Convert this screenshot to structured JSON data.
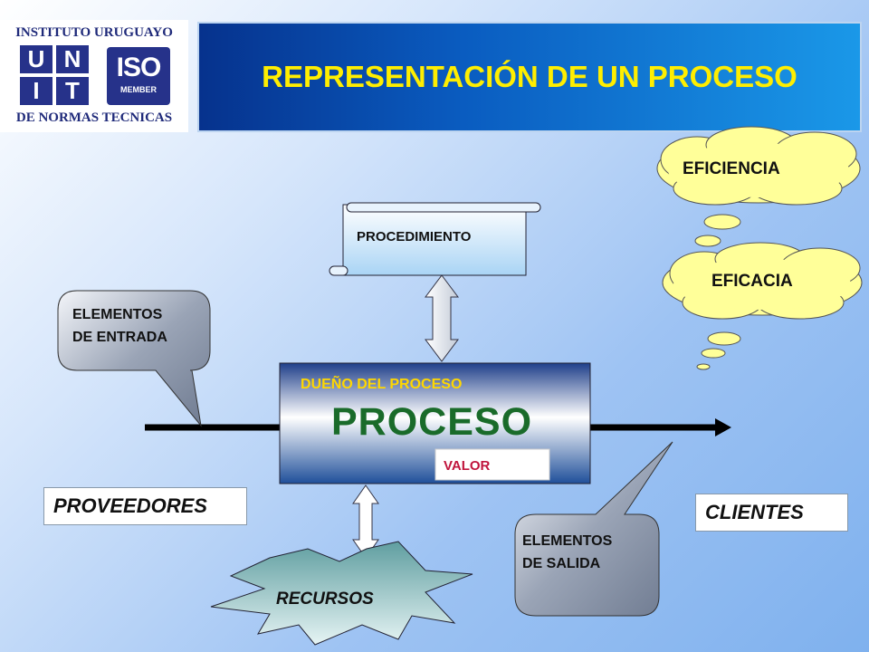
{
  "logo": {
    "top_text": "INSTITUTO URUGUAYO",
    "letters": [
      "U",
      "N",
      "I",
      "T"
    ],
    "iso_text": "ISO",
    "iso_sub": "MEMBER",
    "bottom_text": "DE NORMAS TECNICAS"
  },
  "title": "REPRESENTACIÓN DE UN PROCESO",
  "diagram": {
    "eficiencia": "EFICIENCIA",
    "eficacia": "EFICACIA",
    "procedimiento": "PROCEDIMIENTO",
    "entrada_line1": "ELEMENTOS",
    "entrada_line2": "DE ENTRADA",
    "dueno": "DUEÑO DEL PROCESO",
    "proceso": "PROCESO",
    "valor": "VALOR",
    "proveedores": "PROVEEDORES",
    "clientes": "CLIENTES",
    "salida_line1": "ELEMENTOS",
    "salida_line2": "DE SALIDA",
    "recursos": "RECURSOS"
  },
  "colors": {
    "title_text": "#ffee00",
    "proceso_text": "#1a6b2a",
    "dueno_text": "#ffd700",
    "valor_text": "#c0143c",
    "cloud_fill": "#ffff99"
  }
}
